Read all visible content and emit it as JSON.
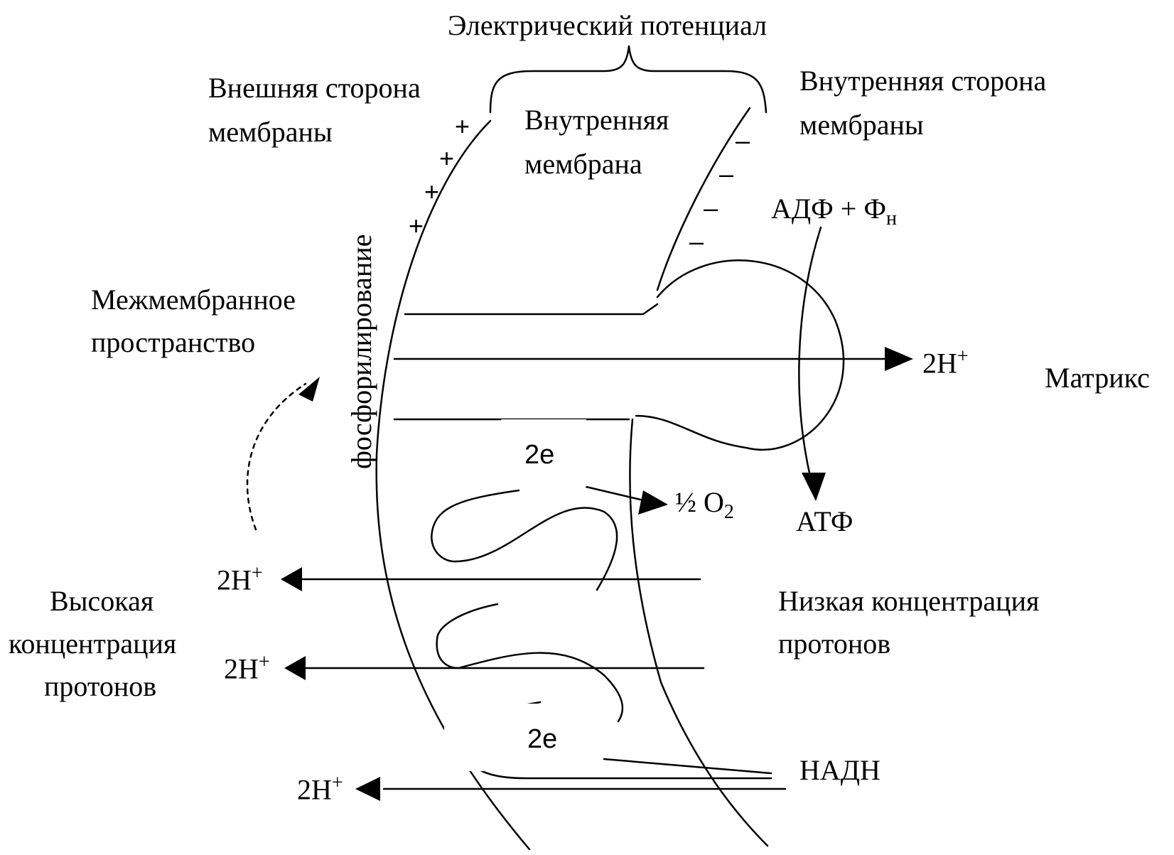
{
  "labels": {
    "electric_potential": "Электрический потенциал",
    "outer_side_line1": "Внешняя сторона",
    "outer_side_line2": "мембраны",
    "inner_membrane_line1": "Внутренняя",
    "inner_membrane_line2": "мембрана",
    "inner_side_line1": "Внутренняя сторона",
    "inner_side_line2": "мембраны",
    "adp_pi": "АДФ + Ф",
    "adp_pi_subscript": "н",
    "phosphorylation": "фосфорилирование",
    "intermembrane_line1": "Межмембранное",
    "intermembrane_line2": "пространство",
    "proton_matrix": "2H",
    "proton_charge": "+",
    "matrix": "Матрикс",
    "electrons_top": "2e",
    "half_oxygen": "½ O",
    "oxygen_subscript": "2",
    "atp": "АТФ",
    "proton_out_1": "2H",
    "proton_out_2": "2H",
    "proton_out_3": "2H",
    "high_conc_line1": "Высокая",
    "high_conc_line2": "концентрация",
    "high_conc_line3": "протонов",
    "low_conc_line1": "Низкая концентрация",
    "low_conc_line2": "протонов",
    "electrons_bottom": "2e",
    "nadh": "НАДН"
  },
  "charges": {
    "outer_symbol": "+",
    "inner_symbol": "–"
  },
  "colors": {
    "stroke": "#000000",
    "background": "#ffffff"
  }
}
